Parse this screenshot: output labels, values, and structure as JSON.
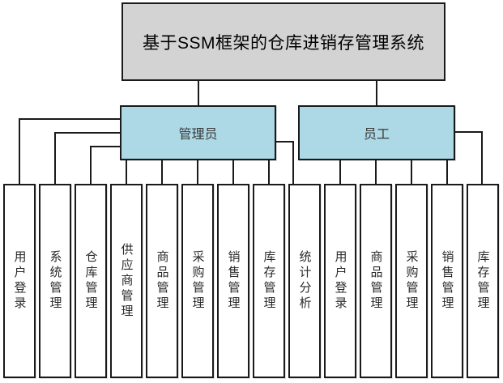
{
  "title": "基于SSM框架的仓库进销存管理系统",
  "admin": {
    "label": "管理员",
    "modules": [
      "用户登录",
      "系统管理",
      "仓库管理",
      "供应商管理",
      "商品管理",
      "采购管理",
      "销售管理",
      "库存管理",
      "统计分析"
    ]
  },
  "employee": {
    "label": "员工",
    "modules": [
      "用户登录",
      "商品管理",
      "采购管理",
      "销售管理",
      "库存管理"
    ]
  },
  "colors": {
    "title_fill": "#d3d3d3",
    "role_fill": "#add8e6",
    "line": "#1a1a1a",
    "module_fill": "#ffffff"
  }
}
